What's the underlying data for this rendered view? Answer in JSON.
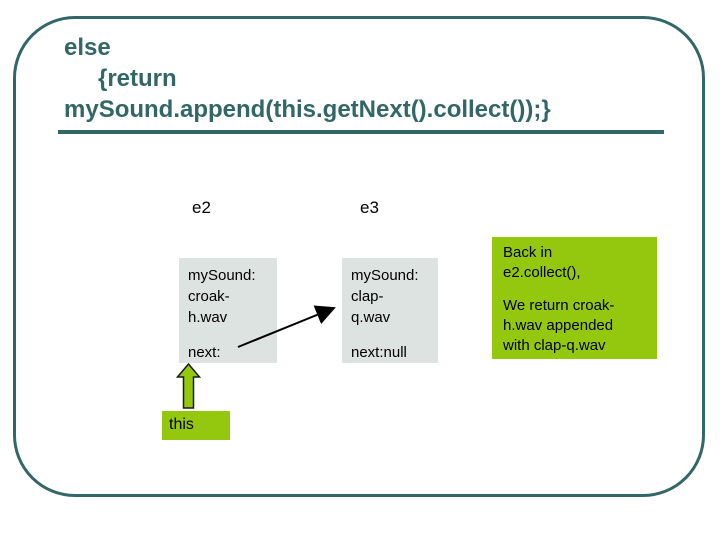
{
  "slide": {
    "title_lines": [
      "else",
      "{return",
      "mySound.append(this.getNext().collect());}"
    ],
    "e2_label": "e2",
    "e3_label": "e3",
    "this_label": "this",
    "node_e2": {
      "lines": [
        "mySound:",
        "croak-",
        "h.wav"
      ],
      "next_line": "next:"
    },
    "node_e3": {
      "lines": [
        "mySound:",
        "clap-",
        "q.wav"
      ],
      "next_line": "next:null"
    },
    "callout": {
      "para1_lines": [
        "Back in",
        "e2.collect(),"
      ],
      "para2_lines": [
        "We return croak-",
        "h.wav appended",
        "with clap-q.wav"
      ]
    },
    "colors": {
      "teal": "#336666",
      "green": "#94c80e",
      "node_fill": "#dde3e0",
      "arrow_black": "#000000"
    }
  }
}
